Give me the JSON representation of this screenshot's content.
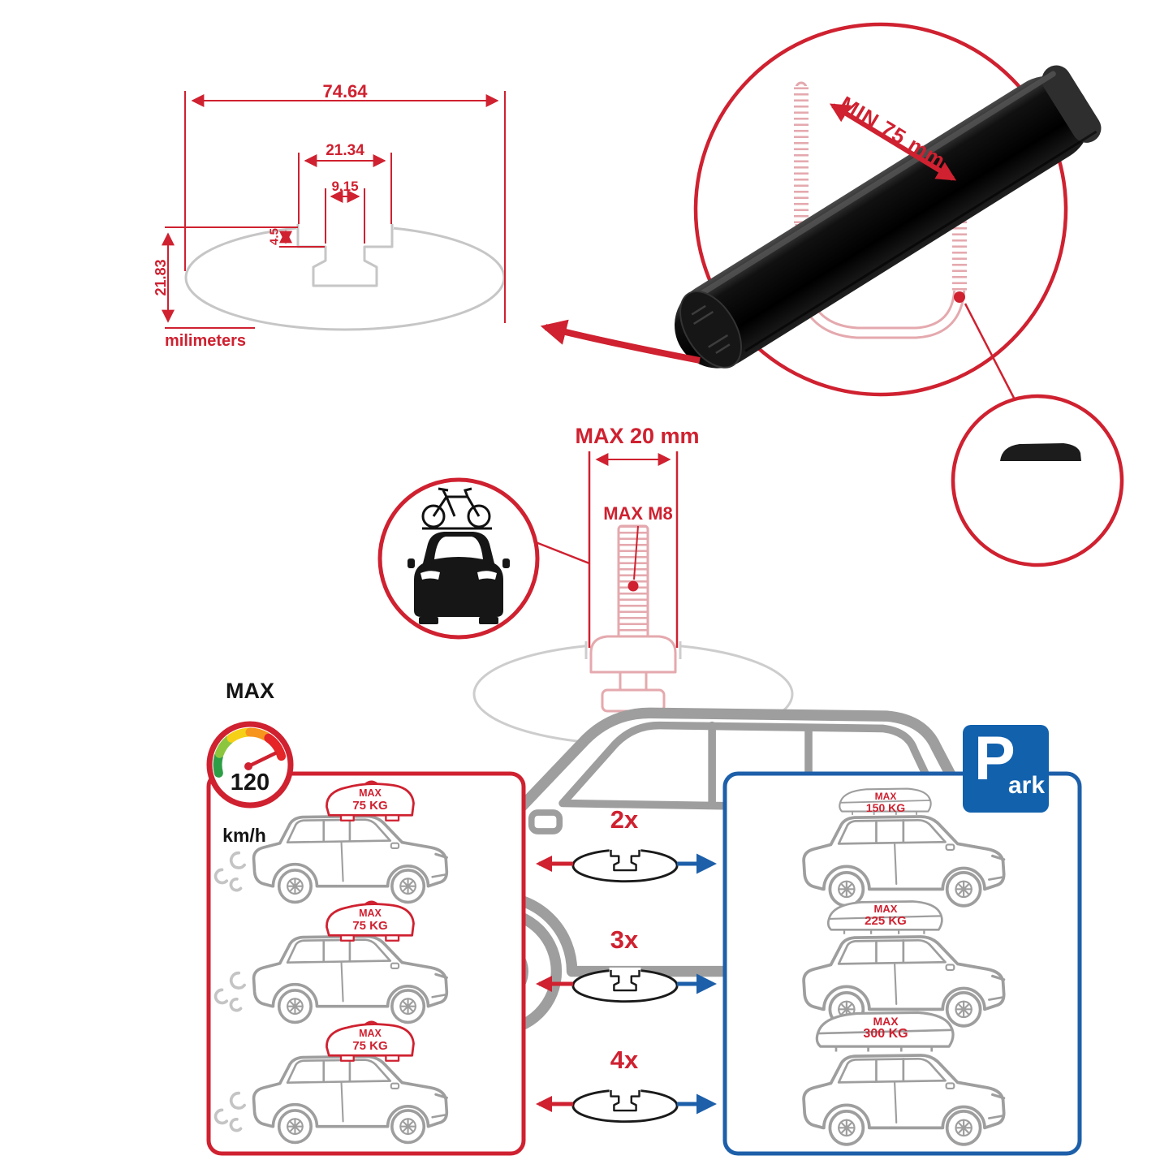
{
  "colors": {
    "red": "#cf2130",
    "blue": "#1d5fa9",
    "park_blue": "#1261ad",
    "line_gray": "#9e9e9e",
    "profile_gray": "#c6c6c6",
    "clamp_pink": "#e4a9ae",
    "bar_black": "#0d0d0d"
  },
  "profile_diagram": {
    "total_width": "74.64",
    "channel_width": "21.34",
    "slot_width": "9.15",
    "lip_depth": "4.5",
    "total_height": "21.83",
    "units_label": "milimeters"
  },
  "bar_detail": {
    "min_clamp_span": "MIN 75 mm"
  },
  "bolt_detail": {
    "max_depth": "MAX 20 mm",
    "max_thread": "MAX M8"
  },
  "speed_limit": {
    "label": "MAX",
    "value": "120",
    "unit": "km/h"
  },
  "driving_panel": {
    "loads": [
      {
        "label": "MAX",
        "value": "75 KG"
      },
      {
        "label": "MAX",
        "value": "75 KG"
      },
      {
        "label": "MAX",
        "value": "75 KG"
      }
    ]
  },
  "parking_panel": {
    "sign": {
      "letter": "P",
      "suffix": "ark"
    },
    "loads": [
      {
        "label": "MAX",
        "value": "150 KG"
      },
      {
        "label": "MAX",
        "value": "225 KG"
      },
      {
        "label": "MAX",
        "value": "300 KG"
      }
    ]
  },
  "multipliers": [
    "2x",
    "3x",
    "4x"
  ],
  "icons": {
    "speedometer-icon": "gauge-arc-with-needle",
    "park-sign": "blue-square-with-P",
    "bike-icon": "line-bicycle",
    "car-front-icon": "black-car-front-silhouette",
    "exhaust-puff-icon": "gray-swirls"
  }
}
